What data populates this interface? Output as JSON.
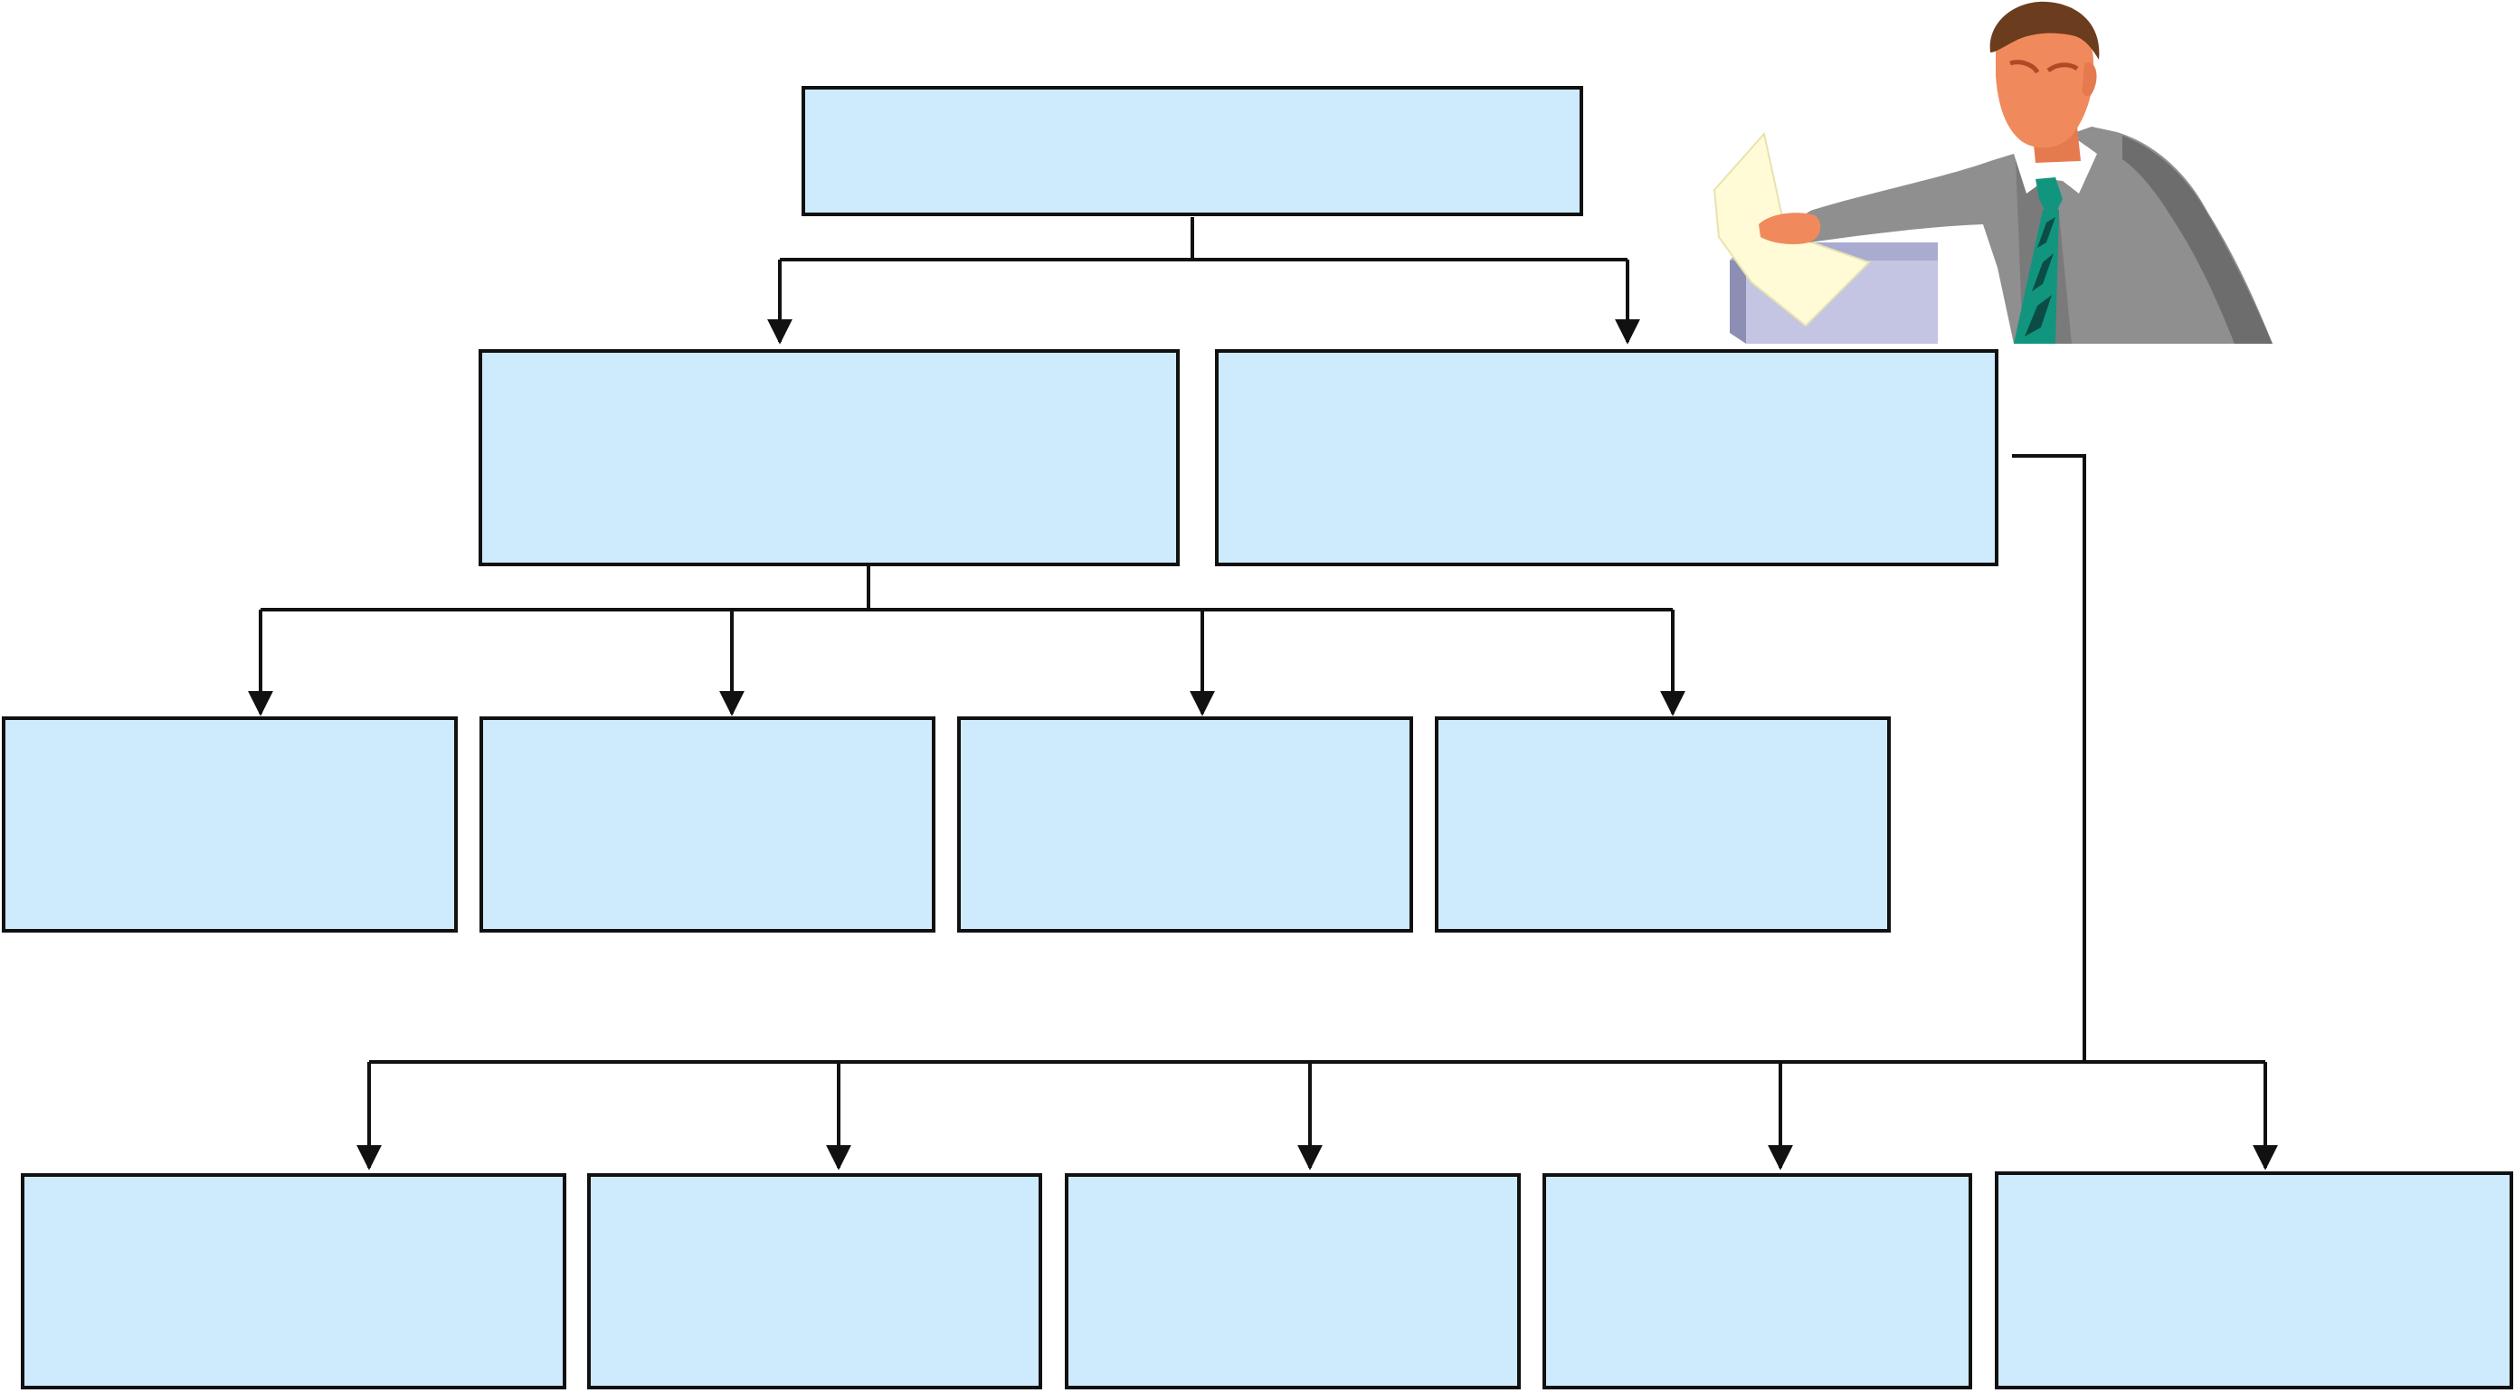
{
  "diagram": {
    "type": "org-chart",
    "nodes": [
      {
        "id": "top",
        "label": ""
      },
      {
        "id": "level2-left",
        "label": ""
      },
      {
        "id": "level2-right",
        "label": ""
      },
      {
        "id": "level3-1",
        "label": ""
      },
      {
        "id": "level3-2",
        "label": ""
      },
      {
        "id": "level3-3",
        "label": ""
      },
      {
        "id": "level3-4",
        "label": ""
      },
      {
        "id": "level4-1",
        "label": ""
      },
      {
        "id": "level4-2",
        "label": ""
      },
      {
        "id": "level4-3",
        "label": ""
      },
      {
        "id": "level4-4",
        "label": ""
      },
      {
        "id": "level4-5",
        "label": ""
      }
    ],
    "edges": [
      {
        "from": "top",
        "to": "level2-left"
      },
      {
        "from": "top",
        "to": "level2-right"
      },
      {
        "from": "level2-left",
        "to": "level3-1"
      },
      {
        "from": "level2-left",
        "to": "level3-2"
      },
      {
        "from": "level2-left",
        "to": "level3-3"
      },
      {
        "from": "level2-left",
        "to": "level3-4"
      },
      {
        "from": "level2-right",
        "to": "level4-1"
      },
      {
        "from": "level2-right",
        "to": "level4-2"
      },
      {
        "from": "level2-right",
        "to": "level4-3"
      },
      {
        "from": "level2-right",
        "to": "level4-4"
      },
      {
        "from": "level2-right",
        "to": "level4-5"
      }
    ],
    "colors": {
      "box_fill": "#cdebfc",
      "box_stroke": "#111111",
      "line": "#111111"
    }
  },
  "illustration": {
    "icon": "businessman-at-ballot-box-icon",
    "colors": {
      "hair": "#6b3c1e",
      "skin": "#f08a5d",
      "suit": "#8f8f8f",
      "suit_shadow": "#6d6d6d",
      "shirt": "#ffffff",
      "tie": "#12957f",
      "tie_stripe": "#0b4d46",
      "ballot_box": "#c3c5e3",
      "ballot_box_side": "#8c8fb3",
      "paper": "#fefbd6"
    }
  }
}
